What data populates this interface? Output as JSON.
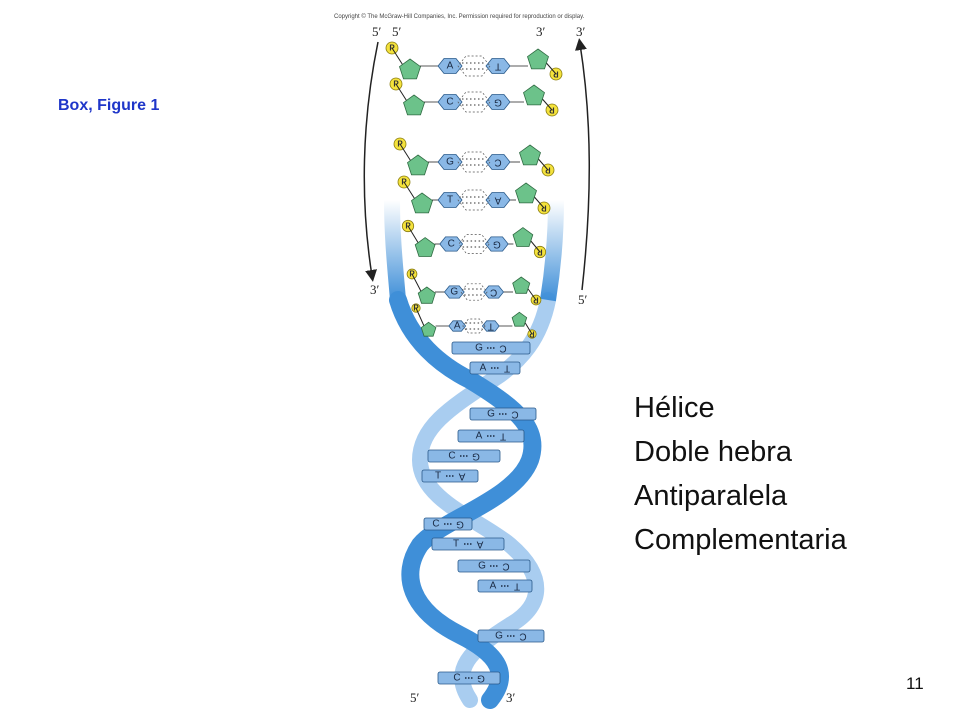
{
  "header": {
    "copyright": "Copyright © The McGraw-Hill Companies, Inc. Permission required for reproduction or display.",
    "figure_label": "Box, Figure 1"
  },
  "labels": {
    "five_prime": "5′",
    "three_prime": "3′",
    "phosphate": "P"
  },
  "ladder_pairs": [
    {
      "left": "A",
      "right": "T"
    },
    {
      "left": "C",
      "right": "G"
    },
    {
      "left": "G",
      "right": "C"
    },
    {
      "left": "T",
      "right": "A"
    },
    {
      "left": "C",
      "right": "G"
    },
    {
      "left": "G",
      "right": "C"
    },
    {
      "left": "A",
      "right": "T"
    }
  ],
  "helix_pairs": [
    {
      "left": "G",
      "right": "C"
    },
    {
      "left": "A",
      "right": "T"
    },
    {
      "left": "G",
      "right": "C"
    },
    {
      "left": "A",
      "right": "T"
    },
    {
      "left": "C",
      "right": "G"
    },
    {
      "left": "T",
      "right": "A"
    },
    {
      "left": "C",
      "right": "G"
    },
    {
      "left": "T",
      "right": "A"
    },
    {
      "left": "G",
      "right": "C"
    },
    {
      "left": "A",
      "right": "T"
    },
    {
      "left": "G",
      "right": "C"
    },
    {
      "left": "C",
      "right": "G"
    }
  ],
  "bullets": [
    "Hélice",
    "Doble hebra",
    "Antiparalela",
    "Complementaria"
  ],
  "slide_number": "11",
  "colors": {
    "backbone": "#3f8fd8",
    "backbone_light": "#a9cdf0",
    "base": "#8ab8e6",
    "sugar": "#6cc28a",
    "phosphate": "#f4e23c",
    "title": "#1f36c9"
  }
}
